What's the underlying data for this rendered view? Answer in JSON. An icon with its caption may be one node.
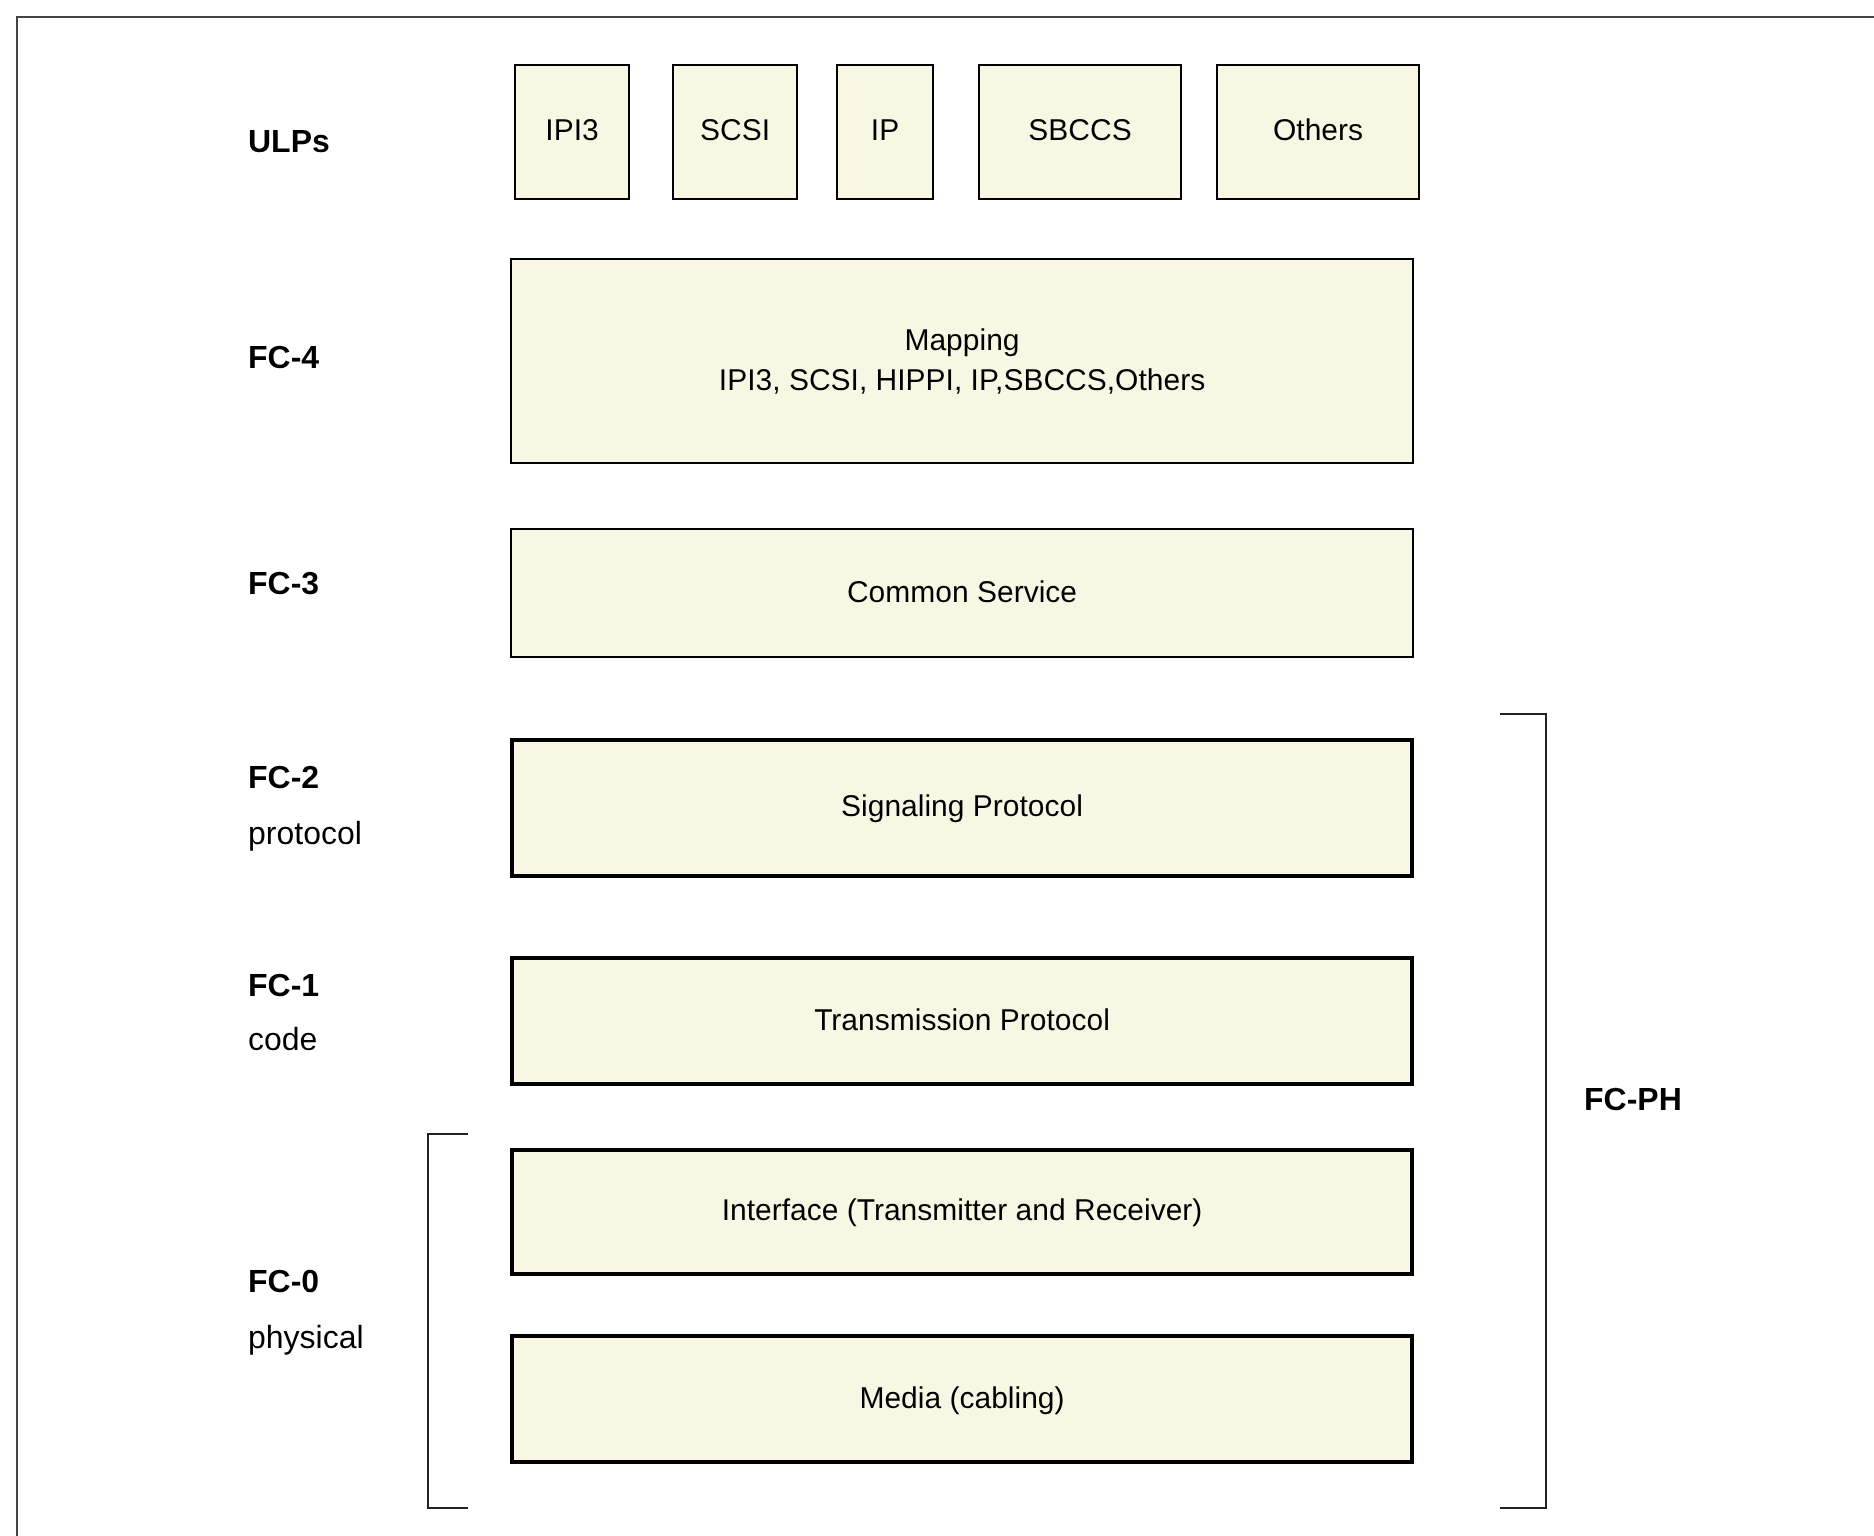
{
  "diagram": {
    "nodes": [
      {
        "text": [
          "IPI3"
        ]
      },
      {
        "text": [
          "SCSI"
        ]
      },
      {
        "text": [
          "IP"
        ]
      },
      {
        "text": [
          "SBCCS"
        ]
      },
      {
        "text": [
          "Others"
        ]
      },
      {
        "text": [
          "Mapping",
          "IPI3, SCSI, HIPPI, IP,SBCCS,Others"
        ]
      },
      {
        "text": [
          "Common Service"
        ]
      },
      {
        "text": [
          "Signaling Protocol"
        ]
      },
      {
        "text": [
          "Transmission Protocol"
        ]
      },
      {
        "text": [
          "Interface (Transmitter and Receiver)"
        ]
      },
      {
        "text": [
          "Media (cabling)"
        ]
      }
    ],
    "labels": [
      "ULPs",
      "FC-4",
      "FC-3",
      "FC-2",
      "protocol",
      "FC-1",
      "code",
      "FC-PH",
      "FC-0",
      "physical"
    ]
  }
}
